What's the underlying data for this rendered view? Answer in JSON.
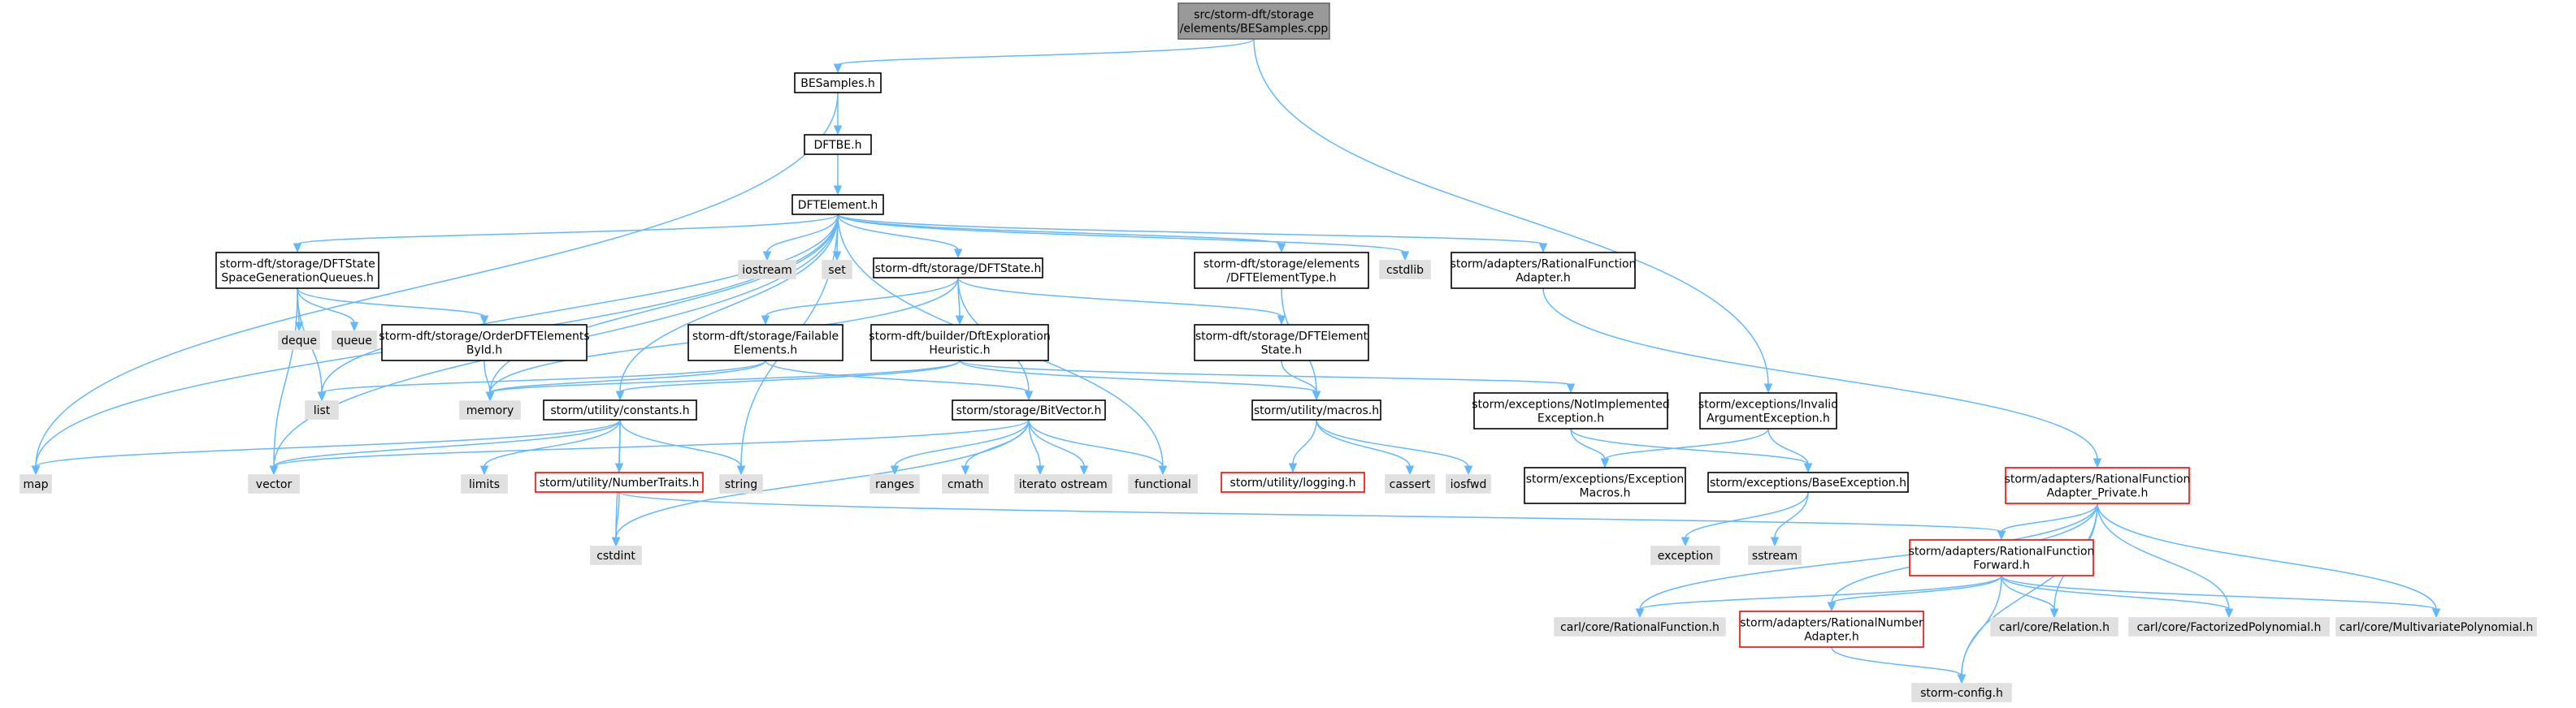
{
  "theme": {
    "root_fill": "#999999",
    "root_stroke": "#666666",
    "node_fill": "#ffffff",
    "node_stroke": "#000000",
    "system_fill": "#e0e0e0",
    "system_stroke": "#999999",
    "truncated_stroke": "#ff0000",
    "edge_color": "#63b8ff"
  },
  "nodes": [
    {
      "id": "root",
      "kind": "root",
      "lines": [
        "src/storm-dft/storage",
        "/elements/BESamples.cpp"
      ]
    },
    {
      "id": "besamples",
      "kind": "file",
      "lines": [
        "BESamples.h"
      ]
    },
    {
      "id": "dftbe",
      "kind": "file",
      "lines": [
        "DFTBE.h"
      ]
    },
    {
      "id": "dftelement",
      "kind": "file",
      "lines": [
        "DFTElement.h"
      ]
    },
    {
      "id": "queues",
      "kind": "file",
      "lines": [
        "storm-dft/storage/DFTState",
        "SpaceGenerationQueues.h"
      ]
    },
    {
      "id": "iostream",
      "kind": "system",
      "lines": [
        "iostream"
      ]
    },
    {
      "id": "set",
      "kind": "system",
      "lines": [
        "set"
      ]
    },
    {
      "id": "dftstate",
      "kind": "file",
      "lines": [
        "storm-dft/storage/DFTState.h"
      ]
    },
    {
      "id": "elementtype",
      "kind": "file",
      "lines": [
        "storm-dft/storage/elements",
        "/DFTElementType.h"
      ]
    },
    {
      "id": "cstdlib",
      "kind": "system",
      "lines": [
        "cstdlib"
      ]
    },
    {
      "id": "rfadapter",
      "kind": "file",
      "lines": [
        "storm/adapters/RationalFunction",
        "Adapter.h"
      ]
    },
    {
      "id": "deque",
      "kind": "system",
      "lines": [
        "deque"
      ]
    },
    {
      "id": "queue",
      "kind": "system",
      "lines": [
        "queue"
      ]
    },
    {
      "id": "orderdft",
      "kind": "file",
      "lines": [
        "storm-dft/storage/OrderDFTElements",
        "ById.h"
      ]
    },
    {
      "id": "failable",
      "kind": "file",
      "lines": [
        "storm-dft/storage/Failable",
        "Elements.h"
      ]
    },
    {
      "id": "exploration",
      "kind": "file",
      "lines": [
        "storm-dft/builder/DftExploration",
        "Heuristic.h"
      ]
    },
    {
      "id": "elementstate",
      "kind": "file",
      "lines": [
        "storm-dft/storage/DFTElement",
        "State.h"
      ]
    },
    {
      "id": "list",
      "kind": "system",
      "lines": [
        "list"
      ]
    },
    {
      "id": "memory",
      "kind": "system",
      "lines": [
        "memory"
      ]
    },
    {
      "id": "constants",
      "kind": "file",
      "lines": [
        "storm/utility/constants.h"
      ]
    },
    {
      "id": "bitvector",
      "kind": "file",
      "lines": [
        "storm/storage/BitVector.h"
      ]
    },
    {
      "id": "macros",
      "kind": "file",
      "lines": [
        "storm/utility/macros.h"
      ]
    },
    {
      "id": "notimpl",
      "kind": "file",
      "lines": [
        "storm/exceptions/NotImplemented",
        "Exception.h"
      ]
    },
    {
      "id": "invalidarg",
      "kind": "file",
      "lines": [
        "storm/exceptions/Invalid",
        "ArgumentException.h"
      ]
    },
    {
      "id": "map",
      "kind": "system",
      "lines": [
        "map"
      ]
    },
    {
      "id": "vector",
      "kind": "system",
      "lines": [
        "vector"
      ]
    },
    {
      "id": "limits",
      "kind": "system",
      "lines": [
        "limits"
      ]
    },
    {
      "id": "numbertraits",
      "kind": "truncated",
      "lines": [
        "storm/utility/NumberTraits.h"
      ]
    },
    {
      "id": "string",
      "kind": "system",
      "lines": [
        "string"
      ]
    },
    {
      "id": "ranges",
      "kind": "system",
      "lines": [
        "ranges"
      ]
    },
    {
      "id": "cmath",
      "kind": "system",
      "lines": [
        "cmath"
      ]
    },
    {
      "id": "iterator",
      "kind": "system",
      "lines": [
        "iterator"
      ]
    },
    {
      "id": "ostream",
      "kind": "system",
      "lines": [
        "ostream"
      ]
    },
    {
      "id": "functional",
      "kind": "system",
      "lines": [
        "functional"
      ]
    },
    {
      "id": "logging",
      "kind": "truncated",
      "lines": [
        "storm/utility/logging.h"
      ]
    },
    {
      "id": "cassert",
      "kind": "system",
      "lines": [
        "cassert"
      ]
    },
    {
      "id": "iosfwd",
      "kind": "system",
      "lines": [
        "iosfwd"
      ]
    },
    {
      "id": "excmacros",
      "kind": "file",
      "lines": [
        "storm/exceptions/Exception",
        "Macros.h"
      ]
    },
    {
      "id": "baseexc",
      "kind": "file",
      "lines": [
        "storm/exceptions/BaseException.h"
      ]
    },
    {
      "id": "rfprivate",
      "kind": "truncated",
      "lines": [
        "storm/adapters/RationalFunction",
        "Adapter_Private.h"
      ]
    },
    {
      "id": "cstdint",
      "kind": "system",
      "lines": [
        "cstdint"
      ]
    },
    {
      "id": "exception",
      "kind": "system",
      "lines": [
        "exception"
      ]
    },
    {
      "id": "sstream",
      "kind": "system",
      "lines": [
        "sstream"
      ]
    },
    {
      "id": "rfforward",
      "kind": "truncated",
      "lines": [
        "storm/adapters/RationalFunction",
        "Forward.h"
      ]
    },
    {
      "id": "rationalfunction",
      "kind": "system",
      "lines": [
        "carl/core/RationalFunction.h"
      ]
    },
    {
      "id": "rnadapter",
      "kind": "truncated",
      "lines": [
        "storm/adapters/RationalNumber",
        "Adapter.h"
      ]
    },
    {
      "id": "relation",
      "kind": "system",
      "lines": [
        "carl/core/Relation.h"
      ]
    },
    {
      "id": "factorized",
      "kind": "system",
      "lines": [
        "carl/core/FactorizedPolynomial.h"
      ]
    },
    {
      "id": "multivariate",
      "kind": "system",
      "lines": [
        "carl/core/MultivariatePolynomial.h"
      ]
    },
    {
      "id": "stormconfig",
      "kind": "system",
      "lines": [
        "storm-config.h"
      ]
    }
  ]
}
